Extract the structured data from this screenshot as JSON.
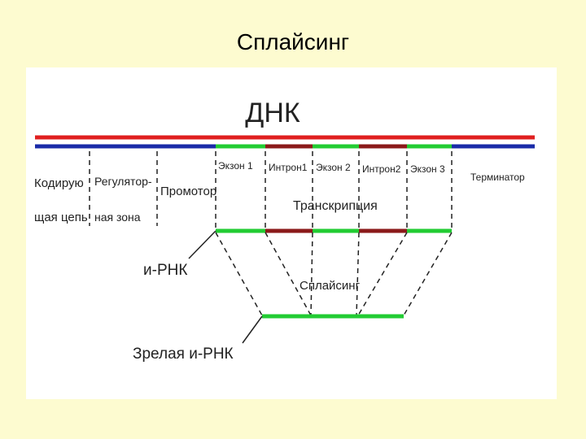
{
  "slide": {
    "title": "Сплайсинг"
  },
  "diagram": {
    "dna_label": "ДНК",
    "regions": {
      "coding_chain_line1": "Кодирую",
      "coding_chain_line2": "щая цепь",
      "regulatory_line1": "Регулятор-",
      "regulatory_line2": "ная зона",
      "promoter": "Промотор",
      "exon1": "Экзон 1",
      "intron1": "Интрон1",
      "exon2": "Экзон 2",
      "intron2": "Интрон2",
      "exon3": "Экзон 3",
      "terminator": "Терминатор"
    },
    "transcription_label": "Транскрипция",
    "mrna_label": "и-РНК",
    "splicing_label": "Сплайсинг",
    "mature_mrna_label": "Зрелая и-РНК",
    "colors": {
      "red_strand": "#e02020",
      "blue_strand": "#1a2ba8",
      "exon": "#22cc33",
      "intron": "#8b1a1a",
      "background": "#fdfbd0",
      "panel": "#ffffff"
    }
  }
}
